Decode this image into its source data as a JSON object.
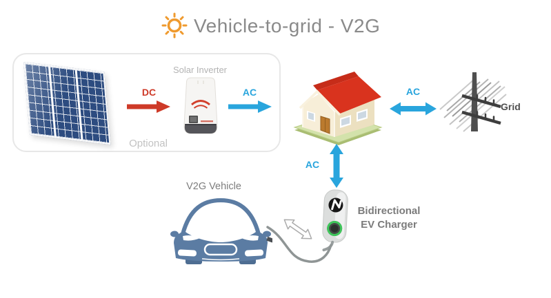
{
  "header": {
    "title": "Vehicle-to-grid - V2G"
  },
  "optional_box": {
    "inverter_label": "Solar Inverter",
    "optional_label": "Optional",
    "dc_label": "DC",
    "ac_label": "AC"
  },
  "house_to_grid": {
    "ac_label": "AC",
    "grid_label": "Grid"
  },
  "house_to_charger": {
    "ac_label": "AC"
  },
  "charger": {
    "label_line1": "Bidirectional",
    "label_line2": "EV Charger"
  },
  "vehicle": {
    "label": "V2G Vehicle"
  },
  "colors": {
    "dc_red": "#ce3a28",
    "ac_blue": "#29a5dd",
    "title_gray": "#8a8a8a",
    "car_blue": "#5b7ca3",
    "roof_red": "#d9331e",
    "sun_orange": "#ef9a2e"
  }
}
